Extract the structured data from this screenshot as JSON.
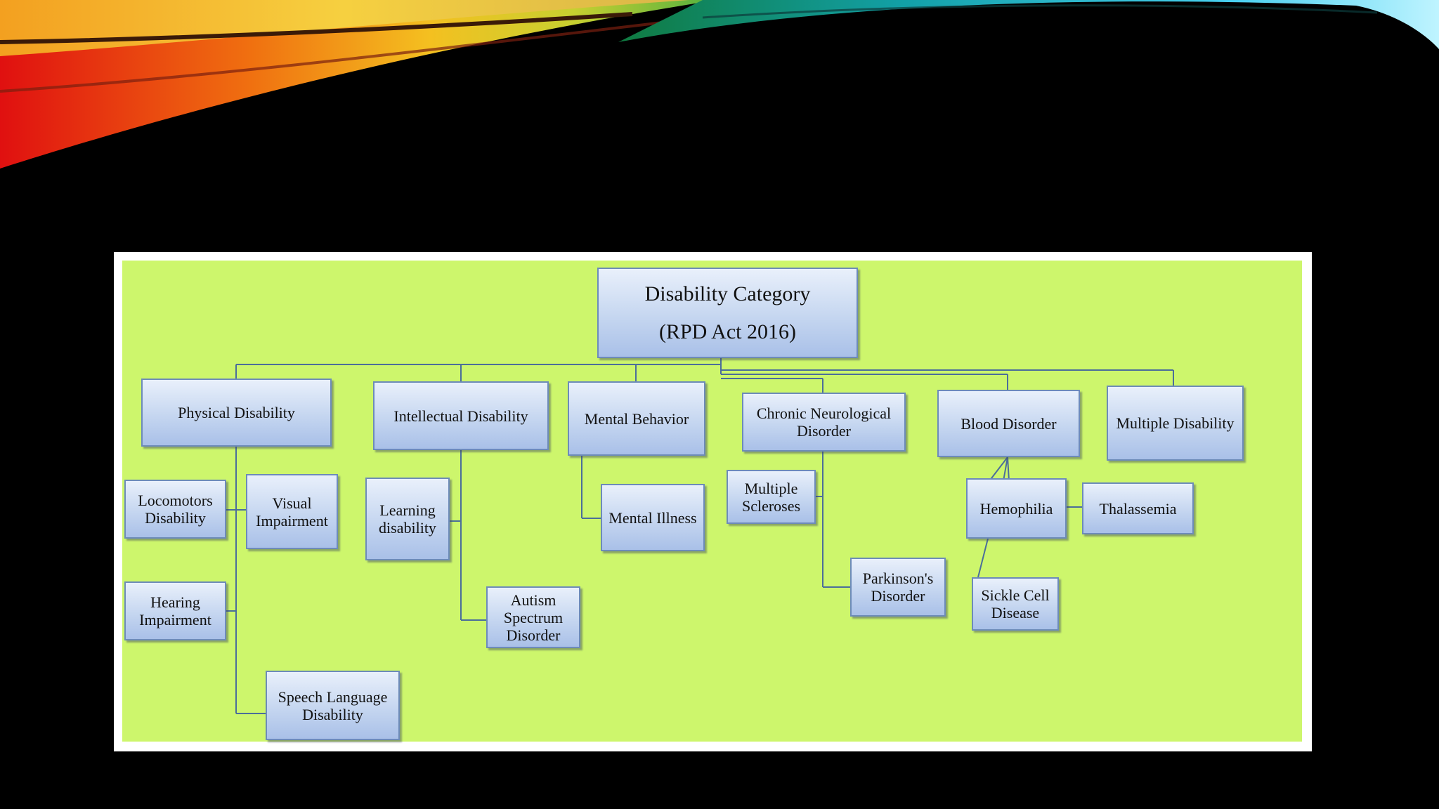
{
  "diagram": {
    "root": {
      "line1": "Disability Category",
      "line2": "(RPD Act 2016)"
    },
    "categories": {
      "physical": "Physical Disability",
      "intellectual": "Intellectual Disability",
      "mental": "Mental Behavior",
      "neuro": "Chronic Neurological Disorder",
      "blood": "Blood Disorder",
      "multiple": "Multiple Disability"
    },
    "subtypes": {
      "locomotor": "Locomotors Disability",
      "visual": "Visual Impairment",
      "hearing": "Hearing Impairment",
      "speech": "Speech Language Disability",
      "learning": "Learning disability",
      "autism": "Autism Spectrum Disorder",
      "mental_illness": "Mental Illness",
      "sclerosis": "Multiple Scleroses",
      "parkinsons": "Parkinson's Disorder",
      "hemophilia": "Hemophilia",
      "thalassemia": "Thalassemia",
      "sickle": "Sickle Cell Disease"
    }
  },
  "colors": {
    "background": "#000000",
    "canvas": "#cdf66c",
    "node_border": "#6d8bb9",
    "connector": "#4b6e9a"
  }
}
